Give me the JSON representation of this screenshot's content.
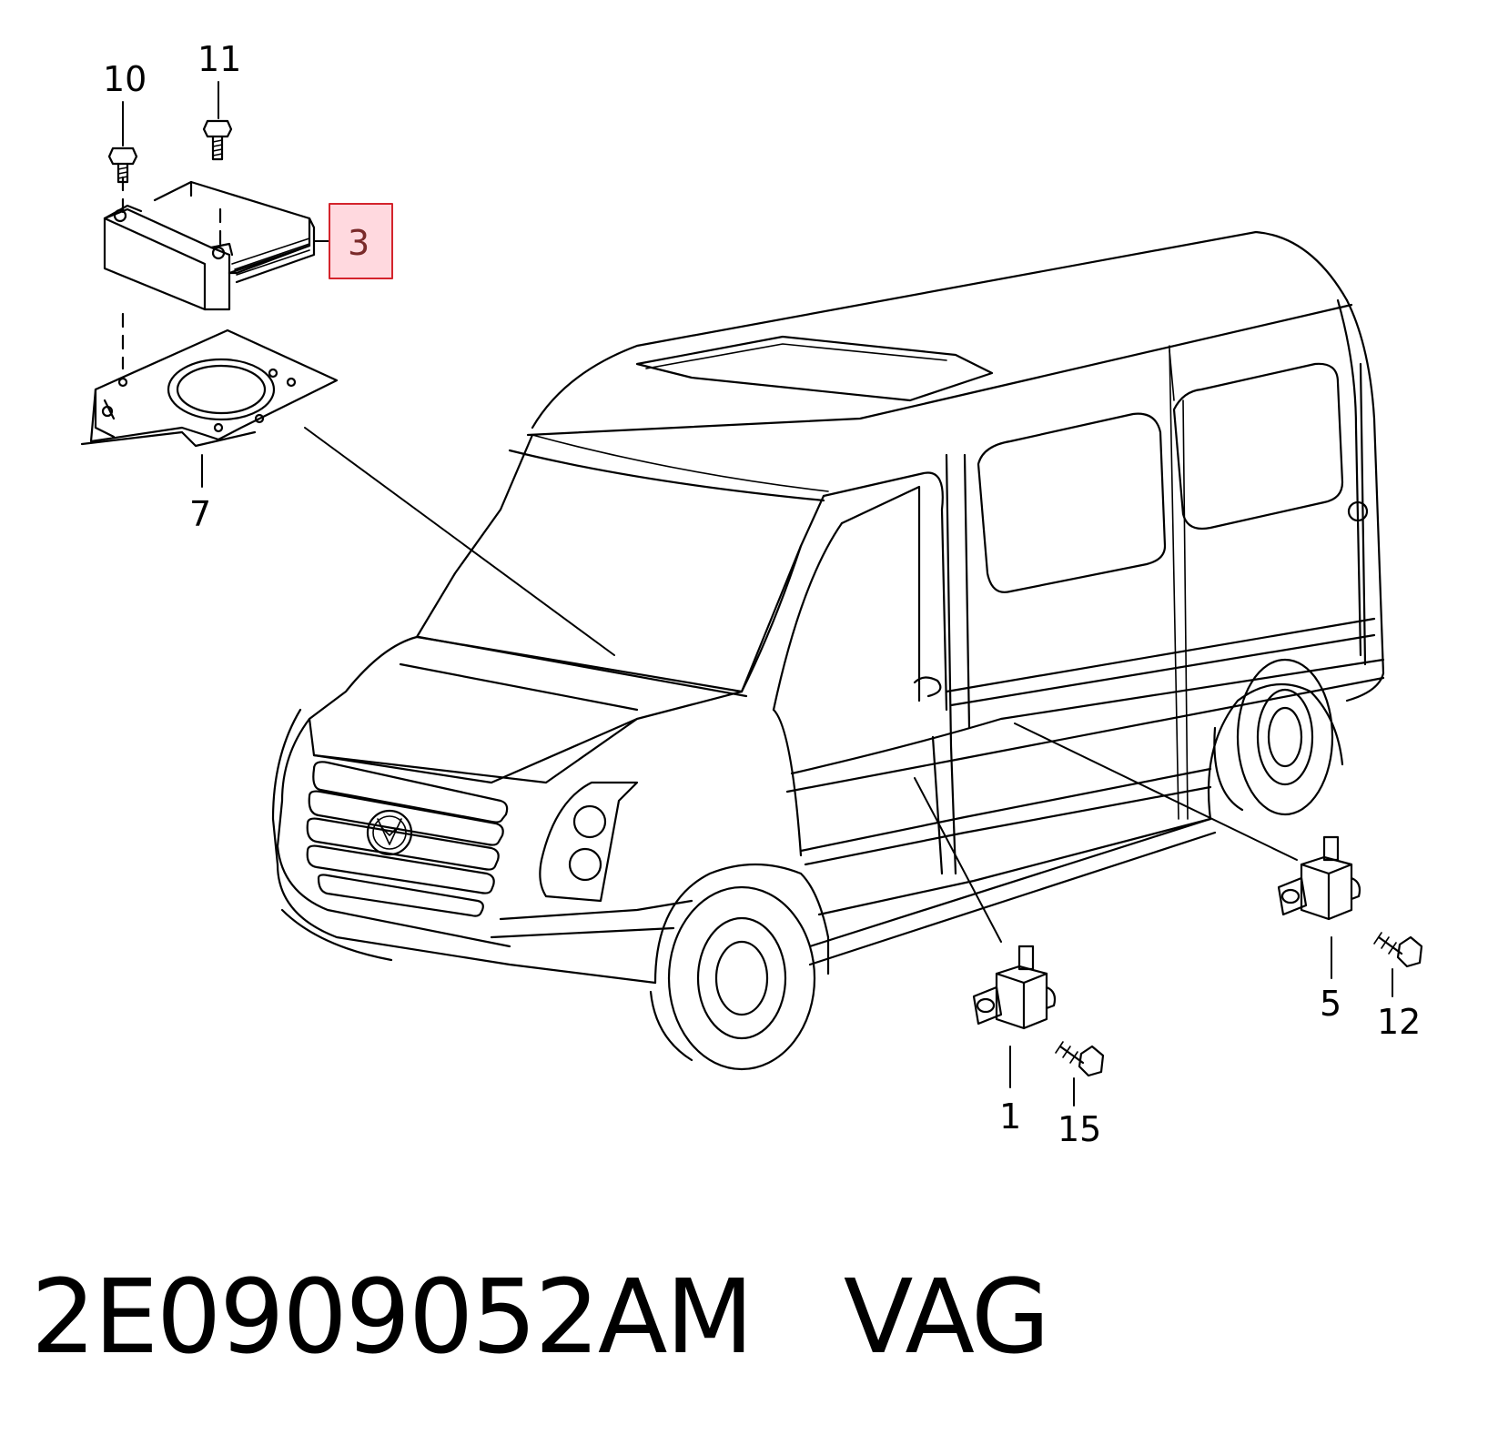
{
  "callouts": {
    "c1": "1",
    "c3": "3",
    "c5": "5",
    "c7": "7",
    "c10": "10",
    "c11": "11",
    "c12": "12",
    "c15": "15"
  },
  "highlighted_callout": "3",
  "highlight_color": "#d4242c",
  "footer": {
    "part_number": "2E0909052AM",
    "brand": "VAG"
  }
}
